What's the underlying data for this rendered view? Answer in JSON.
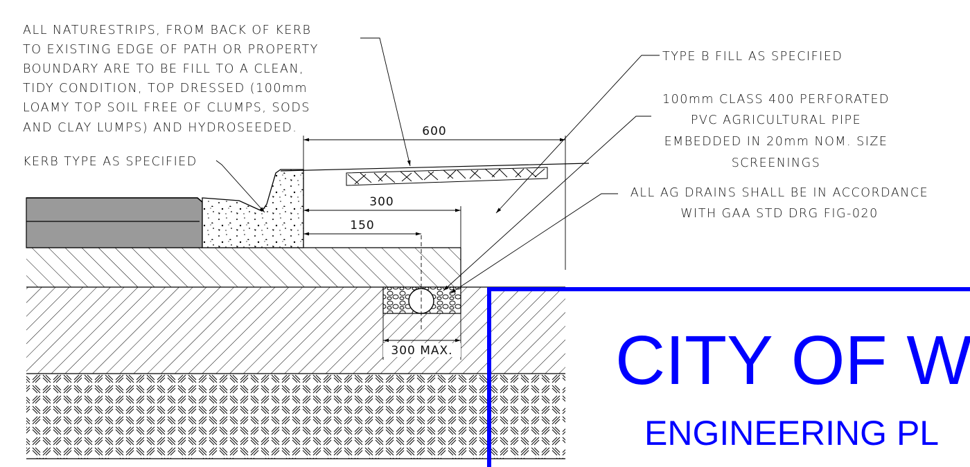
{
  "notes": {
    "naturestrip": [
      "ALL NATURESTRIPS, FROM BACK OF KERB",
      "TO EXISTING EDGE OF PATH OR PROPERTY",
      "BOUNDARY ARE TO BE FILL TO A CLEAN,",
      "TIDY CONDITION, TOP DRESSED (100mm",
      "LOAMY TOP SOIL FREE OF CLUMPS, SODS",
      "AND CLAY LUMPS) AND HYDROSEEDED."
    ],
    "kerb": "KERB TYPE AS SPECIFIED",
    "fill": "TYPE B FILL AS SPECIFIED",
    "pipe": [
      "100mm CLASS 400 PERFORATED",
      "PVC AGRICULTURAL PIPE",
      "EMBEDDED IN 20mm NOM. SIZE",
      "SCREENINGS"
    ],
    "ag_drains": [
      "ALL AG DRAINS SHALL BE IN ACCORDANCE",
      "WITH GAA STD DRG FIG-020"
    ]
  },
  "dimensions": {
    "d600": "600",
    "d300": "300",
    "d150": "150",
    "d300max": "300 MAX."
  },
  "title_block": {
    "title": "CITY OF W",
    "subtitle": "ENGINEERING PL"
  },
  "colors": {
    "title_blue": "#0000ff",
    "pavement_grey": "#9a9a9a"
  }
}
